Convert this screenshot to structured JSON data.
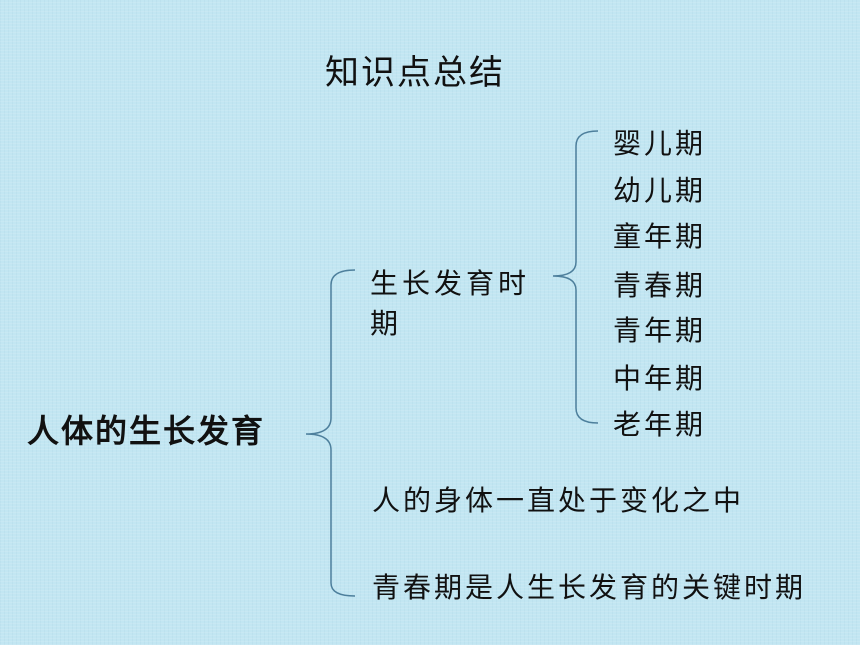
{
  "title": "知识点总结",
  "root": "人体的生长发育",
  "branches": {
    "growth_periods": {
      "label": "生长发育时期",
      "items": [
        "婴儿期",
        "幼儿期",
        "童年期",
        "青春期",
        "青年期",
        "中年期",
        "老年期"
      ]
    },
    "statement_1": "人的身体一直处于变化之中",
    "statement_2": "青春期是人生长发育的关键时期"
  }
}
